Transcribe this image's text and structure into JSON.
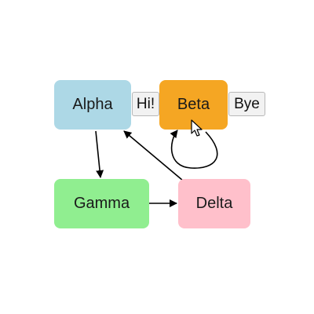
{
  "nodes": {
    "alpha": {
      "label": "Alpha",
      "color": "#add8e6"
    },
    "beta": {
      "label": "Beta",
      "color": "#f5a623"
    },
    "gamma": {
      "label": "Gamma",
      "color": "#90ee90"
    },
    "delta": {
      "label": "Delta",
      "color": "#ffc0cb"
    }
  },
  "buttons": {
    "hi": {
      "label": "Hi!"
    },
    "bye": {
      "label": "Bye"
    }
  },
  "edges": [
    {
      "from": "Alpha",
      "to": "Gamma"
    },
    {
      "from": "Gamma",
      "to": "Delta"
    },
    {
      "from": "Delta",
      "to": "Alpha"
    },
    {
      "from": "Beta",
      "to": "Beta"
    }
  ],
  "colors": {
    "edge": "#000000",
    "button_bg": "#f2f2f2",
    "button_border": "#b8b8b8"
  }
}
